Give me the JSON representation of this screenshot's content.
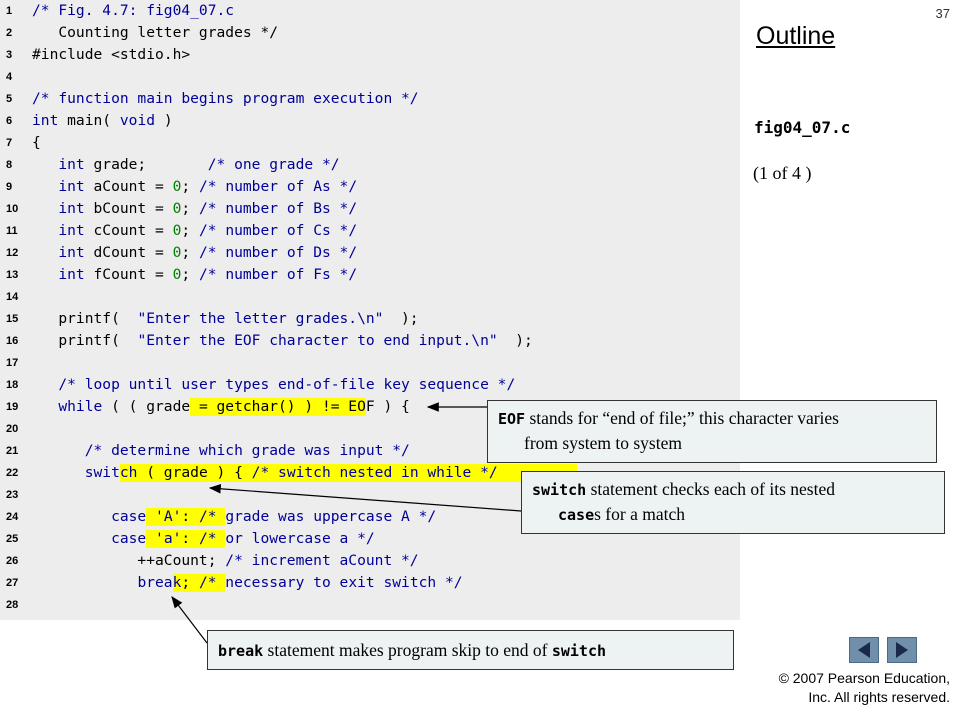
{
  "slide_number": "37",
  "outline": {
    "title": "Outline",
    "file": "fig04_07.c",
    "page": "(1 of 4 )"
  },
  "code_lines": [
    {
      "n": "1",
      "t": "/* Fig. 4.7: fig04_07.c"
    },
    {
      "n": "2",
      "t": "   Counting letter grades */"
    },
    {
      "n": "3",
      "t": "#include <stdio.h>"
    },
    {
      "n": "4",
      "t": ""
    },
    {
      "n": "5",
      "t": "/* function main begins program execution */"
    },
    {
      "n": "6",
      "t": "int main( void )"
    },
    {
      "n": "7",
      "t": "{"
    },
    {
      "n": "8",
      "t": "   int grade;       /* one grade */"
    },
    {
      "n": "9",
      "t": "   int aCount = 0; /* number of As */"
    },
    {
      "n": "10",
      "t": "   int bCount = 0; /* number of Bs */"
    },
    {
      "n": "11",
      "t": "   int cCount = 0; /* number of Cs */"
    },
    {
      "n": "12",
      "t": "   int dCount = 0; /* number of Ds */"
    },
    {
      "n": "13",
      "t": "   int fCount = 0; /* number of Fs */"
    },
    {
      "n": "14",
      "t": ""
    },
    {
      "n": "15",
      "t": "   printf(  \"Enter the letter grades.\\n\"  );"
    },
    {
      "n": "16",
      "t": "   printf(  \"Enter the EOF character to end input.\\n\"  );"
    },
    {
      "n": "17",
      "t": ""
    },
    {
      "n": "18",
      "t": "   /* loop until user types end-of-file key sequence */"
    },
    {
      "n": "19",
      "t": "   while ( ( grade = getchar() ) != EOF ) {"
    },
    {
      "n": "20",
      "t": ""
    },
    {
      "n": "21",
      "t": "      /* determine which grade was input */"
    },
    {
      "n": "22",
      "t": "      switch ( grade ) { /* switch nested in while */"
    },
    {
      "n": "23",
      "t": ""
    },
    {
      "n": "24",
      "t": "         case 'A': /* grade was uppercase A */"
    },
    {
      "n": "25",
      "t": "         case 'a': /* or lowercase a */"
    },
    {
      "n": "26",
      "t": "            ++aCount; /* increment aCount */"
    },
    {
      "n": "27",
      "t": "            break; /* necessary to exit switch */"
    },
    {
      "n": "28",
      "t": ""
    }
  ],
  "callouts": {
    "eof": {
      "code": "EOF",
      "line1": " stands for “end of file;” this character varies",
      "line2": "from system to system"
    },
    "switch": {
      "code": "switch",
      "line1": " statement checks each of its nested",
      "code2": "case",
      "line2": "s for a match"
    },
    "break": {
      "code": "break",
      "text": " statement makes program skip to end of ",
      "code2": "switch"
    }
  },
  "nav": {
    "prev": "previous-slide",
    "next": "next-slide"
  },
  "copyright": {
    "line1": "© 2007 Pearson Education,",
    "line2": "Inc.  All rights reserved."
  },
  "colors": {
    "code_bg": "#ededed",
    "highlight": "#ffff00",
    "keyword": "#000099",
    "number": "#008000",
    "callout_bg": "#edf3f3",
    "nav_button": "#6f8faa"
  }
}
